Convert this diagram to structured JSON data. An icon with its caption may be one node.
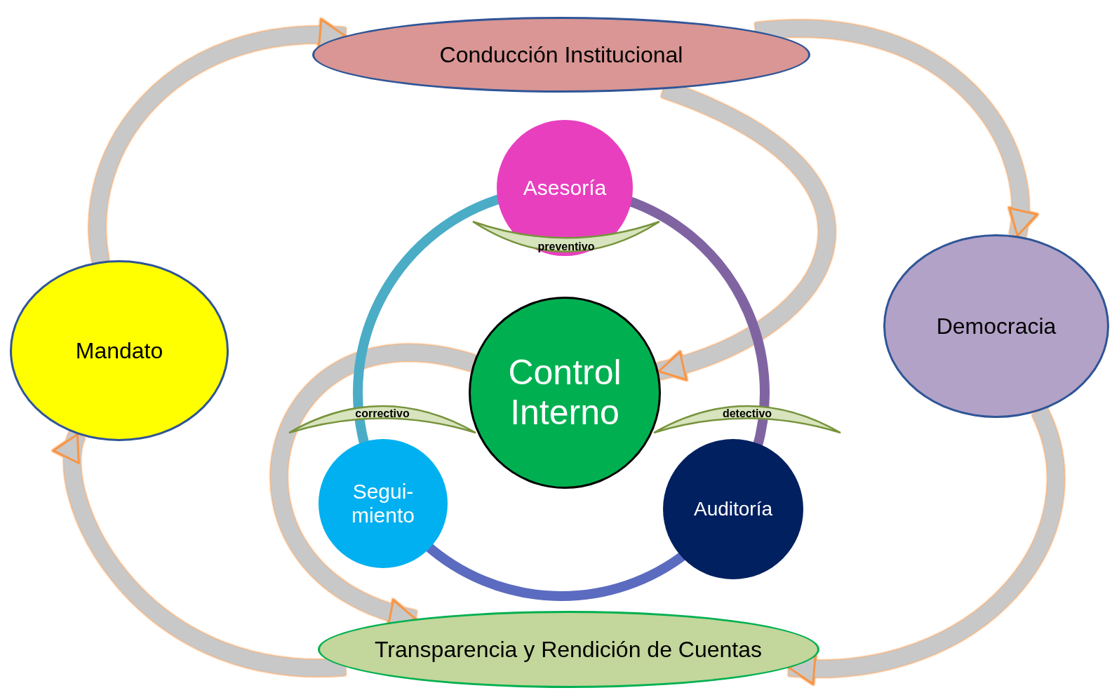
{
  "diagram": {
    "nodes": [
      {
        "text": [
          "Conducción Institucional"
        ]
      },
      {
        "text": [
          "Democracia"
        ]
      },
      {
        "text": [
          "Mandato"
        ]
      },
      {
        "text": [
          "Transparencia y Rendición de Cuentas"
        ]
      },
      {
        "text": [
          "Control Interno"
        ]
      },
      {
        "text": [
          "Asesoría"
        ]
      },
      {
        "text": [
          "Segui- miento"
        ]
      },
      {
        "text": [
          "Auditoría"
        ]
      },
      {
        "text": [
          "preventivo"
        ]
      },
      {
        "text": [
          "correctivo"
        ]
      },
      {
        "text": [
          "detectivo"
        ]
      }
    ],
    "edges": [
      {
        "from": 2,
        "to": 0,
        "arrow": "to"
      },
      {
        "from": 0,
        "to": 1,
        "arrow": "to"
      },
      {
        "from": 0,
        "to": 4,
        "arrow": "to"
      },
      {
        "from": 1,
        "to": 3,
        "arrow": "to"
      },
      {
        "from": 3,
        "to": 2,
        "arrow": "to"
      },
      {
        "from": 4,
        "to": 3,
        "arrow": "to"
      },
      {
        "from": 5,
        "to": 7,
        "arrow": "none",
        "color": "#8064a2"
      },
      {
        "from": 7,
        "to": 6,
        "arrow": "none",
        "color": "#5b6bbf"
      },
      {
        "from": 6,
        "to": 5,
        "arrow": "none",
        "color": "#4bacc6"
      }
    ]
  }
}
